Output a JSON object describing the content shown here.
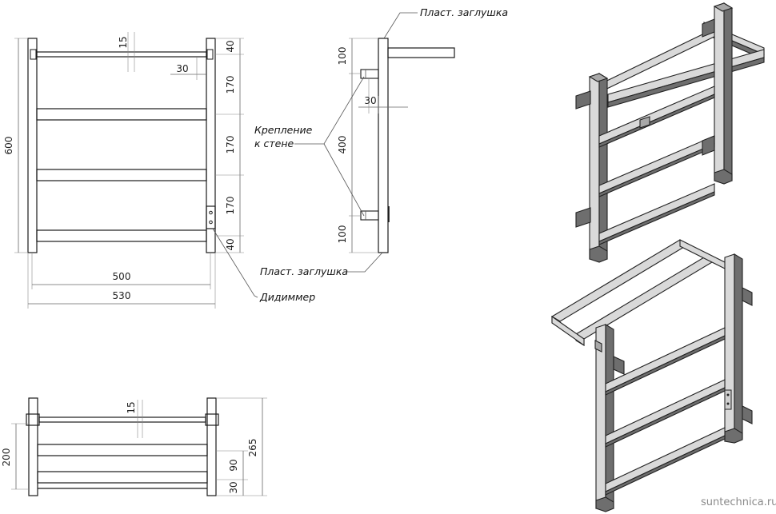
{
  "front_view": {
    "dims": {
      "height": "600",
      "top_gap": "15",
      "offset": "30",
      "right_top": "40",
      "right_seg1": "170",
      "right_seg2": "170",
      "right_seg3": "170",
      "right_bottom": "40",
      "width_inner": "500",
      "width_outer": "530"
    },
    "labels": {
      "dimmer": "Дидиммер"
    }
  },
  "side_view": {
    "dims": {
      "top_100": "100",
      "offset_30": "30",
      "mid_400": "400",
      "bottom_100": "100"
    },
    "labels": {
      "plug_top": "Пласт. заглушка",
      "plug_bottom": "Пласт. заглушка",
      "mount_line1": "Крепление",
      "mount_line2": "к стене"
    }
  },
  "top_view": {
    "dims": {
      "gap_15": "15",
      "depth_200": "200",
      "total_265": "265",
      "seg_90": "90",
      "seg_30": "30"
    }
  },
  "watermark": "suntechnica.ru"
}
